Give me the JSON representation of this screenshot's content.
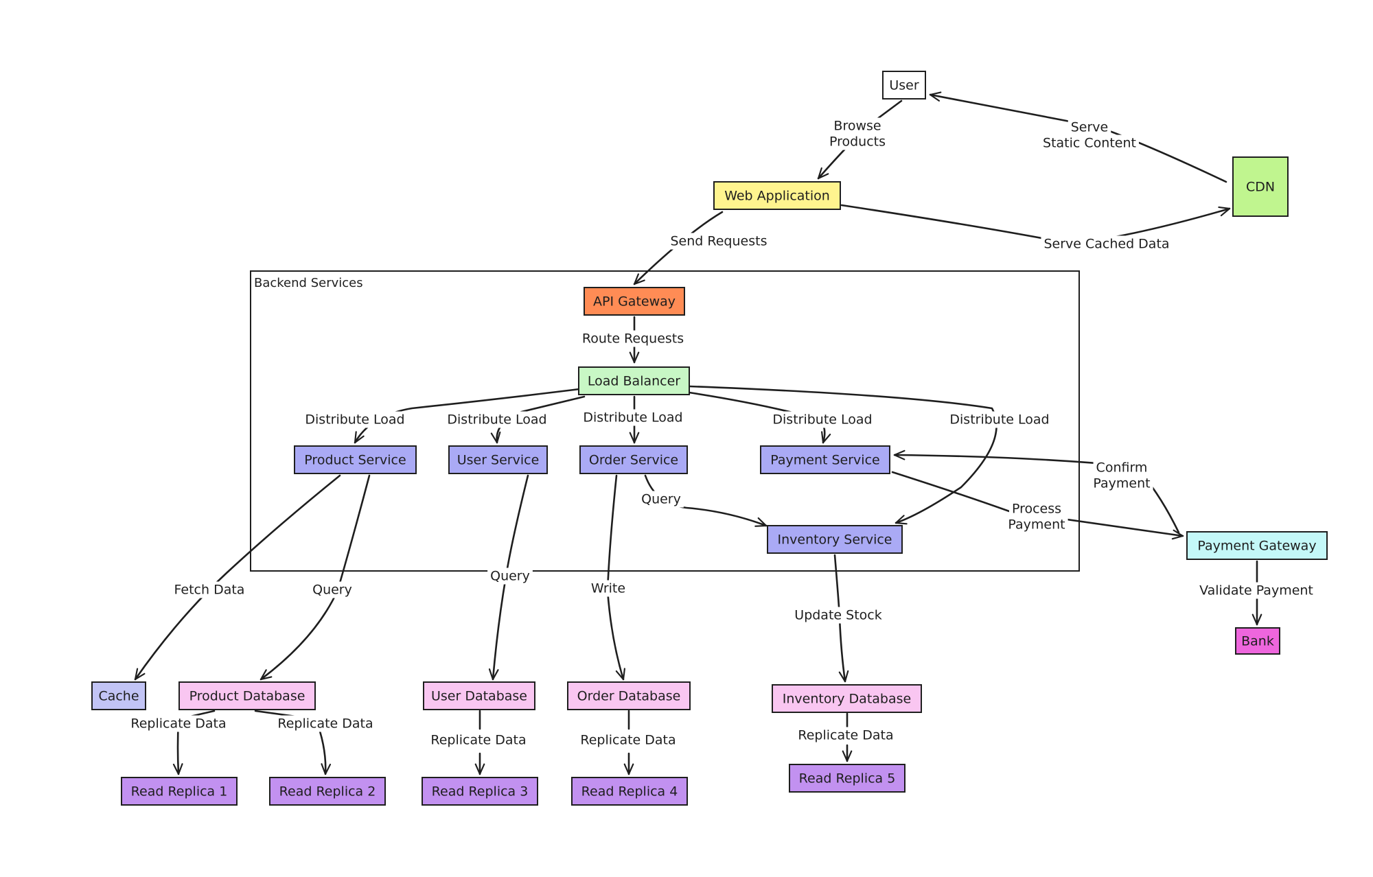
{
  "group": {
    "title": "Backend Services"
  },
  "nodes": {
    "user": {
      "label": "User",
      "color": "#ffffff"
    },
    "webapp": {
      "label": "Web Application",
      "color": "#fff48f"
    },
    "cdn": {
      "label": "CDN",
      "color": "#c0f58f"
    },
    "apigw": {
      "label": "API Gateway",
      "color": "#ff8c55"
    },
    "lb": {
      "label": "Load Balancer",
      "color": "#c8f7c5"
    },
    "product": {
      "label": "Product Service",
      "color": "#aaaaf5"
    },
    "usersvc": {
      "label": "User Service",
      "color": "#aaaaf5"
    },
    "order": {
      "label": "Order Service",
      "color": "#aaaaf5"
    },
    "payment": {
      "label": "Payment Service",
      "color": "#aaaaf5"
    },
    "inventory": {
      "label": "Inventory Service",
      "color": "#aaaaf5"
    },
    "paygw": {
      "label": "Payment Gateway",
      "color": "#c4f8f8"
    },
    "bank": {
      "label": "Bank",
      "color": "#ee66dd"
    },
    "cache": {
      "label": "Cache",
      "color": "#c2c4f5"
    },
    "productdb": {
      "label": "Product Database",
      "color": "#f9c6f1"
    },
    "userdb": {
      "label": "User Database",
      "color": "#f9c6f1"
    },
    "orderdb": {
      "label": "Order Database",
      "color": "#f9c6f1"
    },
    "inventorydb": {
      "label": "Inventory Database",
      "color": "#f9c6f1"
    },
    "replica1": {
      "label": "Read Replica 1",
      "color": "#c291f0"
    },
    "replica2": {
      "label": "Read Replica 2",
      "color": "#c291f0"
    },
    "replica3": {
      "label": "Read Replica 3",
      "color": "#c291f0"
    },
    "replica4": {
      "label": "Read Replica 4",
      "color": "#c291f0"
    },
    "replica5": {
      "label": "Read Replica 5",
      "color": "#c291f0"
    }
  },
  "edges": {
    "browse": {
      "label": [
        "Browse",
        "Products"
      ]
    },
    "serve_static": {
      "label": [
        "Serve",
        "Static Content"
      ]
    },
    "serve_cached": {
      "label": [
        "Serve Cached Data"
      ]
    },
    "send_requests": {
      "label": [
        "Send Requests"
      ]
    },
    "route": {
      "label": [
        "Route Requests"
      ]
    },
    "dist_product": {
      "label": [
        "Distribute Load"
      ]
    },
    "dist_user": {
      "label": [
        "Distribute Load"
      ]
    },
    "dist_order": {
      "label": [
        "Distribute Load"
      ]
    },
    "dist_payment": {
      "label": [
        "Distribute Load"
      ]
    },
    "dist_inventory": {
      "label": [
        "Distribute Load"
      ]
    },
    "order_query": {
      "label": [
        "Query"
      ]
    },
    "confirm": {
      "label": [
        "Confirm",
        "Payment"
      ]
    },
    "process": {
      "label": [
        "Process",
        "Payment"
      ]
    },
    "fetch": {
      "label": [
        "Fetch Data"
      ]
    },
    "product_query": {
      "label": [
        "Query"
      ]
    },
    "user_query": {
      "label": [
        "Query"
      ]
    },
    "write": {
      "label": [
        "Write"
      ]
    },
    "update_stock": {
      "label": [
        "Update Stock"
      ]
    },
    "validate": {
      "label": [
        "Validate Payment"
      ]
    },
    "rep1": {
      "label": [
        "Replicate Data"
      ]
    },
    "rep2": {
      "label": [
        "Replicate Data"
      ]
    },
    "rep3": {
      "label": [
        "Replicate Data"
      ]
    },
    "rep4": {
      "label": [
        "Replicate Data"
      ]
    },
    "rep5": {
      "label": [
        "Replicate Data"
      ]
    }
  }
}
